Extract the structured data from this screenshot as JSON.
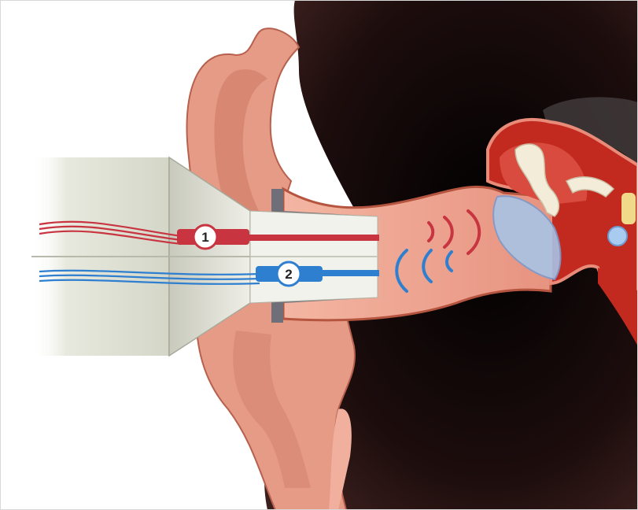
{
  "diagram": {
    "callouts": [
      {
        "id": "1",
        "label": "1",
        "color": "#c8343f"
      },
      {
        "id": "2",
        "label": "2",
        "color": "#2f7fd0"
      }
    ],
    "colors": {
      "background": "#ffffff",
      "head_dark": "#2a1414",
      "skin": "#e59b86",
      "skin_light": "#f2b8a4",
      "canal_lining": "#f1a590",
      "red_tube": "#c8343f",
      "blue_tube": "#2f7fd0",
      "probe_body": "#d9dbcf",
      "ear_tip": "#6e6f78",
      "eardrum": "#a8c4e6",
      "inner_ear": "#c22a1f",
      "ossicles": "#f3ecd9"
    },
    "icons": [
      "ear-cross-section",
      "probe-assembly",
      "sound-wave-icon"
    ]
  }
}
